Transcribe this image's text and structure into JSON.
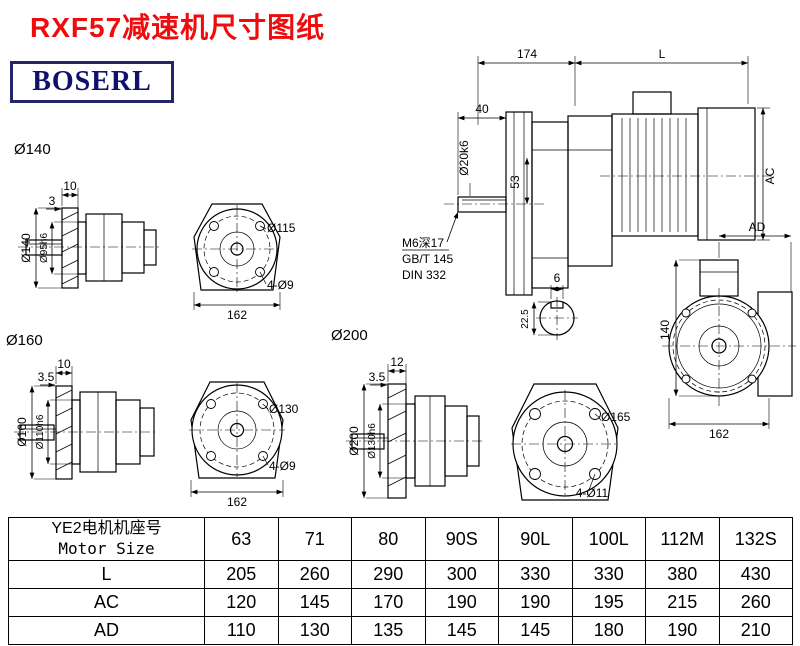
{
  "page": {
    "title": "RXF57减速机尺寸图纸",
    "logo": "BOSERL"
  },
  "colors": {
    "title_red": "#f00c0c",
    "logo_blue": "#10106d",
    "logo_border": "#25256b",
    "line": "#000000"
  },
  "side": {
    "d174": "174",
    "dL": "L",
    "d40": "40",
    "shaft": "Ø20k6",
    "d53": "53",
    "ac": "AC",
    "d6": "6",
    "d225": "22.5",
    "note_tap": "M6深17",
    "note_gb": "GB/T 145",
    "note_din": "DIN 332"
  },
  "front_right": {
    "h140": "140",
    "w162": "162",
    "ad": "AD"
  },
  "f140": {
    "title": "Ø140",
    "t10": "10",
    "t3": "3",
    "od": "Ø140",
    "spigot": "Ø95h6",
    "bolt_circle": "Ø115",
    "holes": "4-Ø9",
    "width": "162"
  },
  "f160": {
    "title": "Ø160",
    "t10": "10",
    "t3": "3.5",
    "od": "Ø160",
    "spigot": "Ø110h6",
    "bolt_circle": "Ø130",
    "holes": "4-Ø9",
    "width": "162"
  },
  "f200": {
    "title": "Ø200",
    "t12": "12",
    "t3": "3.5",
    "od": "Ø200",
    "spigot": "Ø130h6",
    "bolt_circle": "Ø165",
    "holes": "4-Ø11"
  },
  "table": {
    "motor_label_cn": "YE2电机机座号",
    "motor_label_en": "Motor Size",
    "sizes": [
      "63",
      "71",
      "80",
      "90S",
      "90L",
      "100L",
      "112M",
      "132S"
    ],
    "rows": [
      {
        "label": "L",
        "values": [
          "205",
          "260",
          "290",
          "300",
          "330",
          "330",
          "380",
          "430"
        ]
      },
      {
        "label": "AC",
        "values": [
          "120",
          "145",
          "170",
          "190",
          "190",
          "195",
          "215",
          "260"
        ]
      },
      {
        "label": "AD",
        "values": [
          "110",
          "130",
          "135",
          "145",
          "145",
          "180",
          "190",
          "210"
        ]
      }
    ]
  }
}
